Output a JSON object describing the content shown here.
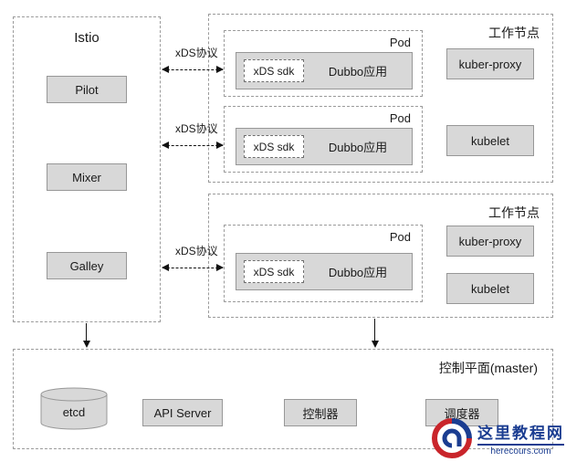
{
  "istio": {
    "title": "Istio",
    "components": [
      {
        "label": "Pilot"
      },
      {
        "label": "Mixer"
      },
      {
        "label": "Galley"
      }
    ]
  },
  "worker_nodes": [
    {
      "title": "工作节点",
      "pods": [
        {
          "label": "Pod",
          "sdk": "xDS sdk",
          "app": "Dubbo应用"
        },
        {
          "label": "Pod",
          "sdk": "xDS sdk",
          "app": "Dubbo应用"
        }
      ],
      "components": [
        {
          "label": "kuber-proxy"
        },
        {
          "label": "kubelet"
        }
      ]
    },
    {
      "title": "工作节点",
      "pods": [
        {
          "label": "Pod",
          "sdk": "xDS sdk",
          "app": "Dubbo应用"
        }
      ],
      "components": [
        {
          "label": "kuber-proxy"
        },
        {
          "label": "kubelet"
        }
      ]
    }
  ],
  "control_plane": {
    "title": "控制平面(master)",
    "components": [
      {
        "label": "etcd",
        "shape": "cylinder"
      },
      {
        "label": "API Server"
      },
      {
        "label": "控制器"
      },
      {
        "label": "调度器"
      }
    ]
  },
  "xds_arrows": [
    {
      "label": "xDS协议"
    },
    {
      "label": "xDS协议"
    },
    {
      "label": "xDS协议"
    }
  ],
  "watermark": {
    "title": "这里教程网",
    "url": "herecours.com"
  },
  "colors": {
    "box_fill": "#d8d8d8",
    "box_border": "#979797",
    "dashed_border": "#9b9b9b",
    "arrow": "#111111",
    "watermark_blue": "#1b3d91",
    "watermark_red": "#c9252b"
  }
}
